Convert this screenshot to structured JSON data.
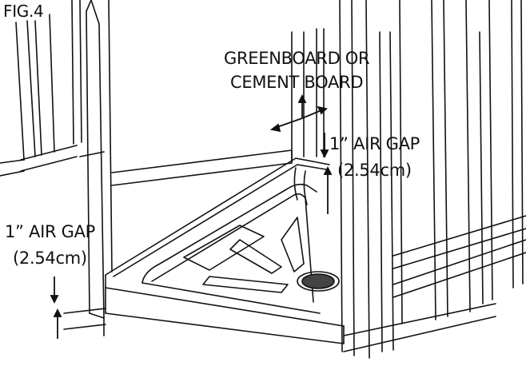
{
  "figure": {
    "label": "FIG.4"
  },
  "annotations": {
    "board_line1": "GREENBOARD OR",
    "board_line2": "CEMENT BOARD",
    "gap_right_line1": "1” AIR GAP",
    "gap_right_line2": "(2.54cm)",
    "gap_left_line1": "1” AIR GAP",
    "gap_left_line2": "(2.54cm)"
  },
  "colors": {
    "ink": "#111111",
    "paper": "#ffffff",
    "shade": "#d9d9d9"
  }
}
